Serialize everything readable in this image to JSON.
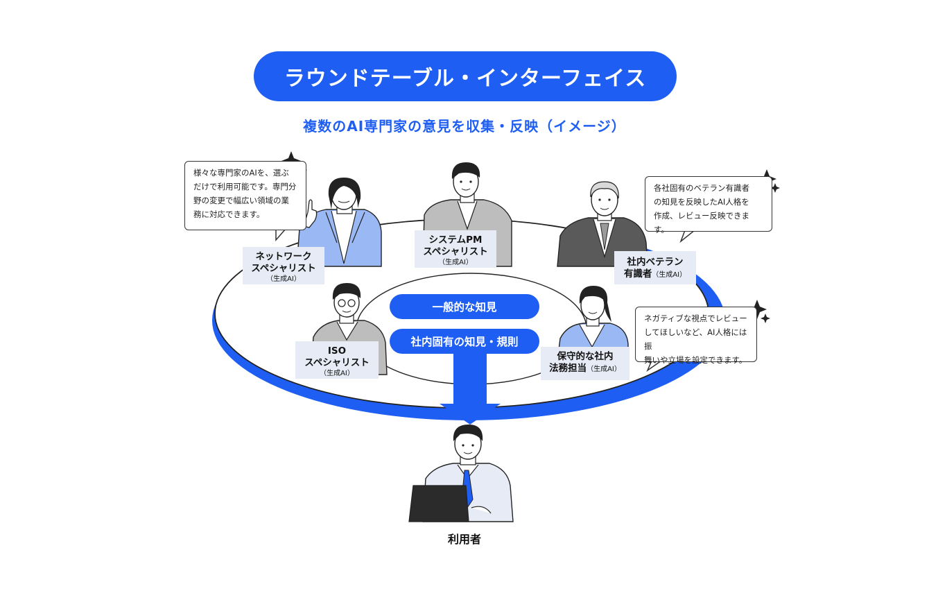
{
  "title": "ラウンドテーブル・インターフェイス",
  "subtitle": "複数のAI専門家の意見を収集・反映（イメージ）",
  "bubbles": {
    "left": [
      "様々な専門家のAIを、選ぶ",
      "だけで利用可能です。専門分",
      "野の変更で幅広い領域の業",
      "務に対応できます。"
    ],
    "right_top": [
      "各社固有のベテラン有識者",
      "の知見を反映したAI人格を",
      "作成、レビュー反映できます。"
    ],
    "right_bottom": [
      "ネガティブな視点でレビュー",
      "してほしいなど、AI人格には振",
      "舞いや立場を設定できます。"
    ]
  },
  "experts": {
    "network": {
      "line1": "ネットワーク",
      "line2": "スペシャリスト",
      "ai": "（生成AI）"
    },
    "system_pm": {
      "line1": "システムPM",
      "line2": "スペシャリスト",
      "ai": "（生成AI）"
    },
    "veteran": {
      "line1": "社内ベテラン",
      "line2": "有識者",
      "ai": "（生成AI）"
    },
    "iso": {
      "line1": "ISO",
      "line2": "スペシャリスト",
      "ai": "（生成AI）"
    },
    "legal": {
      "line1": "保守的な社内",
      "line2": "法務担当",
      "ai": "（生成AI）"
    }
  },
  "center": {
    "general": "一般的な知見",
    "internal": "社内固有の知見・規則"
  },
  "user_label": "利用者",
  "colors": {
    "accent": "#1f5ef2",
    "label_bg": "#e6ebf5",
    "light_blue": "#9ab8f4"
  }
}
